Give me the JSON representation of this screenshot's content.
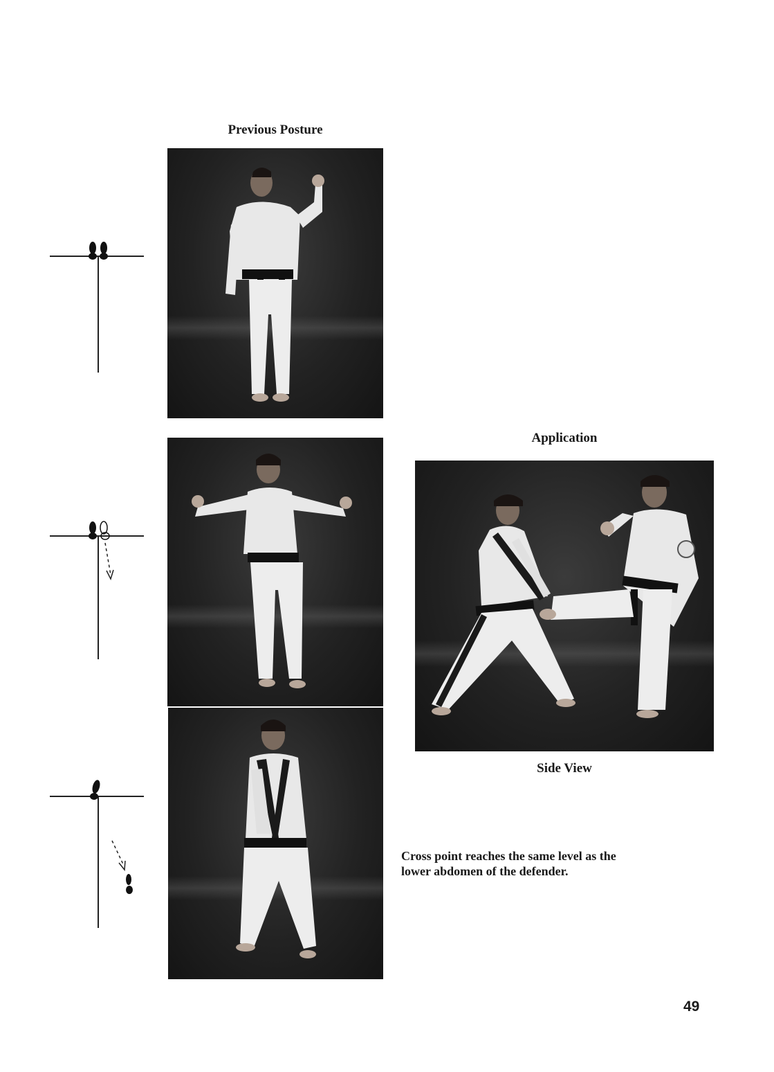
{
  "headings": {
    "previous_posture": "Previous Posture",
    "application": "Application",
    "side_view": "Side View"
  },
  "caption": {
    "line1": "Cross point reaches the same level as the",
    "line2": "lower abdomen of the defender."
  },
  "page_number": "49",
  "colors": {
    "photo_background": "#1e1e1e",
    "uniform": "#ebebeb",
    "belt": "#111111",
    "text": "#1a1a1a"
  }
}
